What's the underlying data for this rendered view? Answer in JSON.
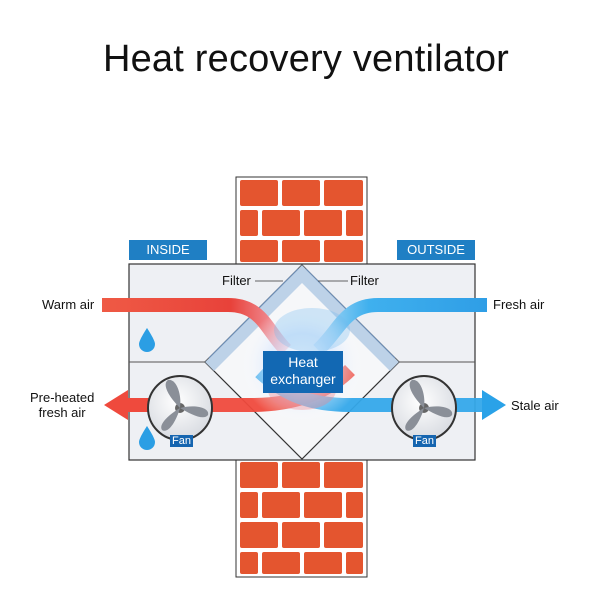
{
  "title": "Heat recovery ventilator",
  "labels": {
    "inside": "INSIDE",
    "outside": "OUTSIDE",
    "filter_left": "Filter",
    "filter_right": "Filter",
    "warm_air": "Warm air",
    "fresh_air": "Fresh air",
    "preheated_line1": "Pre-heated",
    "preheated_line2": "fresh air",
    "stale_air": "Stale air",
    "heat_exchanger_line1": "Heat",
    "heat_exchanger_line2": "exchanger",
    "fan_left": "Fan",
    "fan_right": "Fan"
  },
  "colors": {
    "warm": "#e8423a",
    "cold": "#2aa2e8",
    "brick": "#e4552f",
    "label_blue": "#1f7fc4",
    "housing": "#eef0f4"
  },
  "icons": [
    "fan-icon",
    "water-drop-icon",
    "arrow-icon"
  ]
}
